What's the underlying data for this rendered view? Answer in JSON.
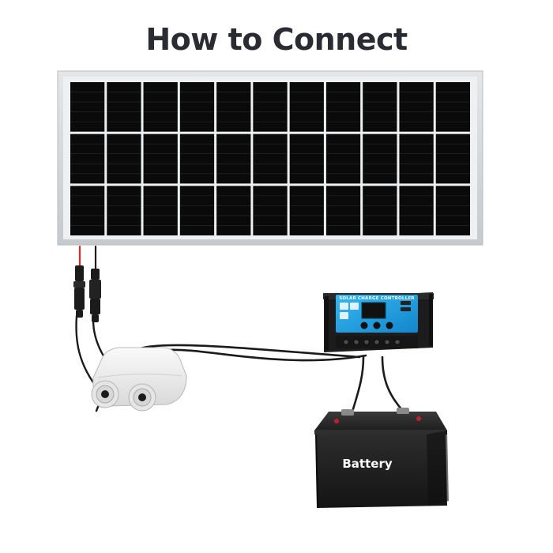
{
  "title": "How to Connect",
  "controller": {
    "label": "SOLAR CHARGE CONTROLLER"
  },
  "battery": {
    "label": "Battery"
  },
  "colors": {
    "title": "#2b2b33",
    "panel_frame": "#cfd3d6",
    "cell": "#0a0a0a",
    "controller_face": "#1fa6e8",
    "controller_body": "#1c1c1c",
    "battery_body": "#1a1a1a",
    "cable": "#1b1b1b",
    "wire_red": "#d62b2b",
    "entry_gland": "#efefef"
  },
  "components": [
    {
      "name": "solar-panel",
      "icon": "solar-panel"
    },
    {
      "name": "mc4-connectors",
      "icon": "mc4-connector"
    },
    {
      "name": "cable-entry-gland",
      "icon": "cable-gland"
    },
    {
      "name": "charge-controller",
      "icon": "charge-controller"
    },
    {
      "name": "battery",
      "icon": "battery"
    }
  ]
}
